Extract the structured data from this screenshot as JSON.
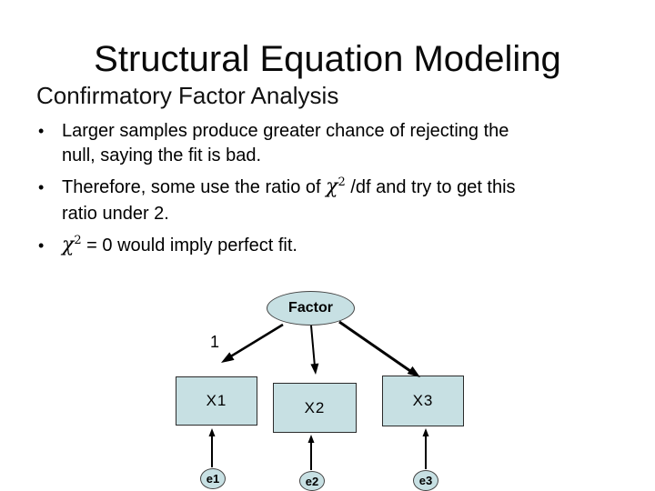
{
  "slide": {
    "title": "Structural Equation Modeling",
    "subtitle": "Confirmatory Factor Analysis",
    "bullet_glyph": "•",
    "bullets": [
      {
        "line1": "Larger samples produce greater chance of rejecting the",
        "line2": "null, saying the fit is bad."
      },
      {
        "line1_pre": "Therefore, some use the ratio of ",
        "chi": "χ",
        "sup": "2",
        "line1_post": " /df and try to get this",
        "line2": "ratio under 2."
      },
      {
        "chi": "χ",
        "sup": "2",
        "post": " = 0 would imply perfect fit."
      }
    ]
  },
  "diagram": {
    "factor_label": "Factor",
    "loading_label": "1",
    "indicators": [
      "X1",
      "X2",
      "X3"
    ],
    "errors": [
      "e1",
      "e2",
      "e3"
    ],
    "colors": {
      "node_fill": "#c7e0e3",
      "node_border": "#2b2b2b",
      "arrow": "#000000"
    }
  }
}
